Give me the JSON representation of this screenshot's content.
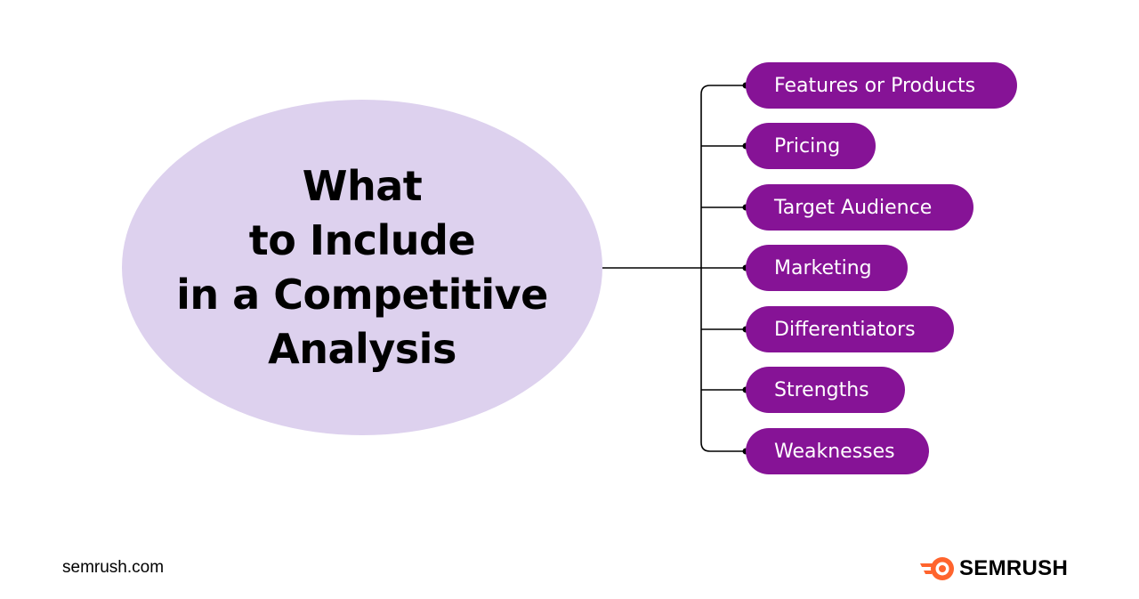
{
  "center": {
    "title_lines": [
      "What",
      "to Include",
      "in a Competitive",
      "Analysis"
    ]
  },
  "branches": [
    {
      "label": "Features or Products"
    },
    {
      "label": "Pricing"
    },
    {
      "label": "Target Audience"
    },
    {
      "label": "Marketing"
    },
    {
      "label": "Differentiators"
    },
    {
      "label": "Strengths"
    },
    {
      "label": "Weaknesses"
    }
  ],
  "footer": {
    "url": "semrush.com",
    "brand_logo": "SEMRUSH"
  },
  "colors": {
    "background": "#ffffff",
    "ellipse": "#ddd1ee",
    "pill": "#861396",
    "pill_text": "#ffffff",
    "connector": "#000000",
    "logo_orange": "#ff642d"
  }
}
